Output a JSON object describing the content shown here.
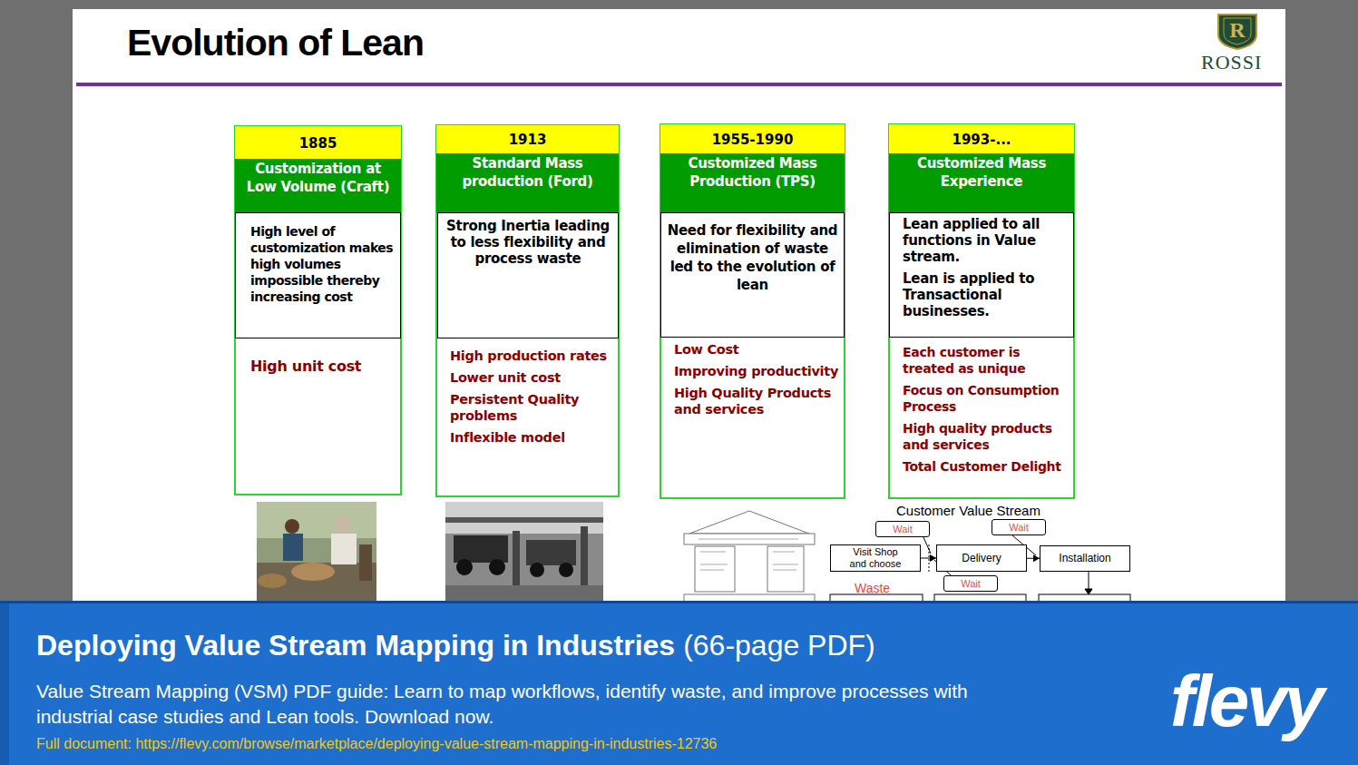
{
  "diagram": {
    "title": "Evolution of Lean",
    "nodes": [
      {
        "text": [
          "High unit cost"
        ]
      },
      {
        "text": [
          "1885"
        ],
        "in": 0
      },
      {
        "text": [
          "Customization at Low Volume (Craft)"
        ],
        "in": 0
      },
      {
        "text": [
          "High level of customization makes high volumes impossible thereby increasing cost"
        ],
        "in": 0
      },
      {
        "text": [
          "High production rates",
          "Lower unit cost",
          "Persistent Quality problems",
          "Inflexible model"
        ]
      },
      {
        "text": [
          "1913"
        ],
        "in": 4
      },
      {
        "text": [
          "Standard Mass production (Ford)"
        ],
        "in": 4
      },
      {
        "text": [
          "Strong Inertia leading to less flexibility and process waste"
        ],
        "in": 4
      },
      {
        "text": [
          "Low Cost",
          "Improving productivity",
          "High Quality Products and services"
        ]
      },
      {
        "text": [
          "1955-1990"
        ],
        "in": 8
      },
      {
        "text": [
          "Customized Mass Production (TPS)"
        ],
        "in": 8
      },
      {
        "text": [
          "Need for flexibility and elimination of waste led to the evolution of lean"
        ],
        "in": 8
      },
      {
        "text": [
          "Each customer is treated as unique",
          "Focus on Consumption Process",
          "High quality products and services",
          "Total Customer Delight"
        ]
      },
      {
        "text": [
          "1993-..."
        ],
        "in": 12
      },
      {
        "text": [
          "Customized Mass Experience"
        ],
        "in": 12
      },
      {
        "text": [
          "Lean applied to all functions in Value stream.",
          "Lean is applied to Transactional businesses."
        ],
        "in": 12
      },
      {
        "text": [
          "Wait"
        ]
      },
      {
        "text": [
          "Wait"
        ]
      },
      {
        "text": [
          "Visit Shop and choose"
        ]
      },
      {
        "text": [
          "Delivery"
        ]
      },
      {
        "text": [
          "Installation"
        ]
      },
      {
        "text": [
          "Wait"
        ]
      },
      {
        "text": [
          "Deploying Value Stream Mapping in Industries",
          "(66-page PDF)",
          "Value Stream Mapping (VSM) PDF guide: Learn to map workflows, identify waste, and improve processes with industrial case studies and Lean tools. Download now.",
          "Full document: https://flevy.com/browse/marketplace/deploying-value-stream-mapping-in-industries-12736",
          "flevy"
        ]
      }
    ],
    "edges": [
      {
        "from": 18,
        "to": 19,
        "arrow": "to"
      },
      {
        "from": 19,
        "to": 20,
        "arrow": "to"
      }
    ],
    "labels": [
      "R",
      "ROSSI",
      "Customer Value Stream",
      "Waste"
    ]
  }
}
